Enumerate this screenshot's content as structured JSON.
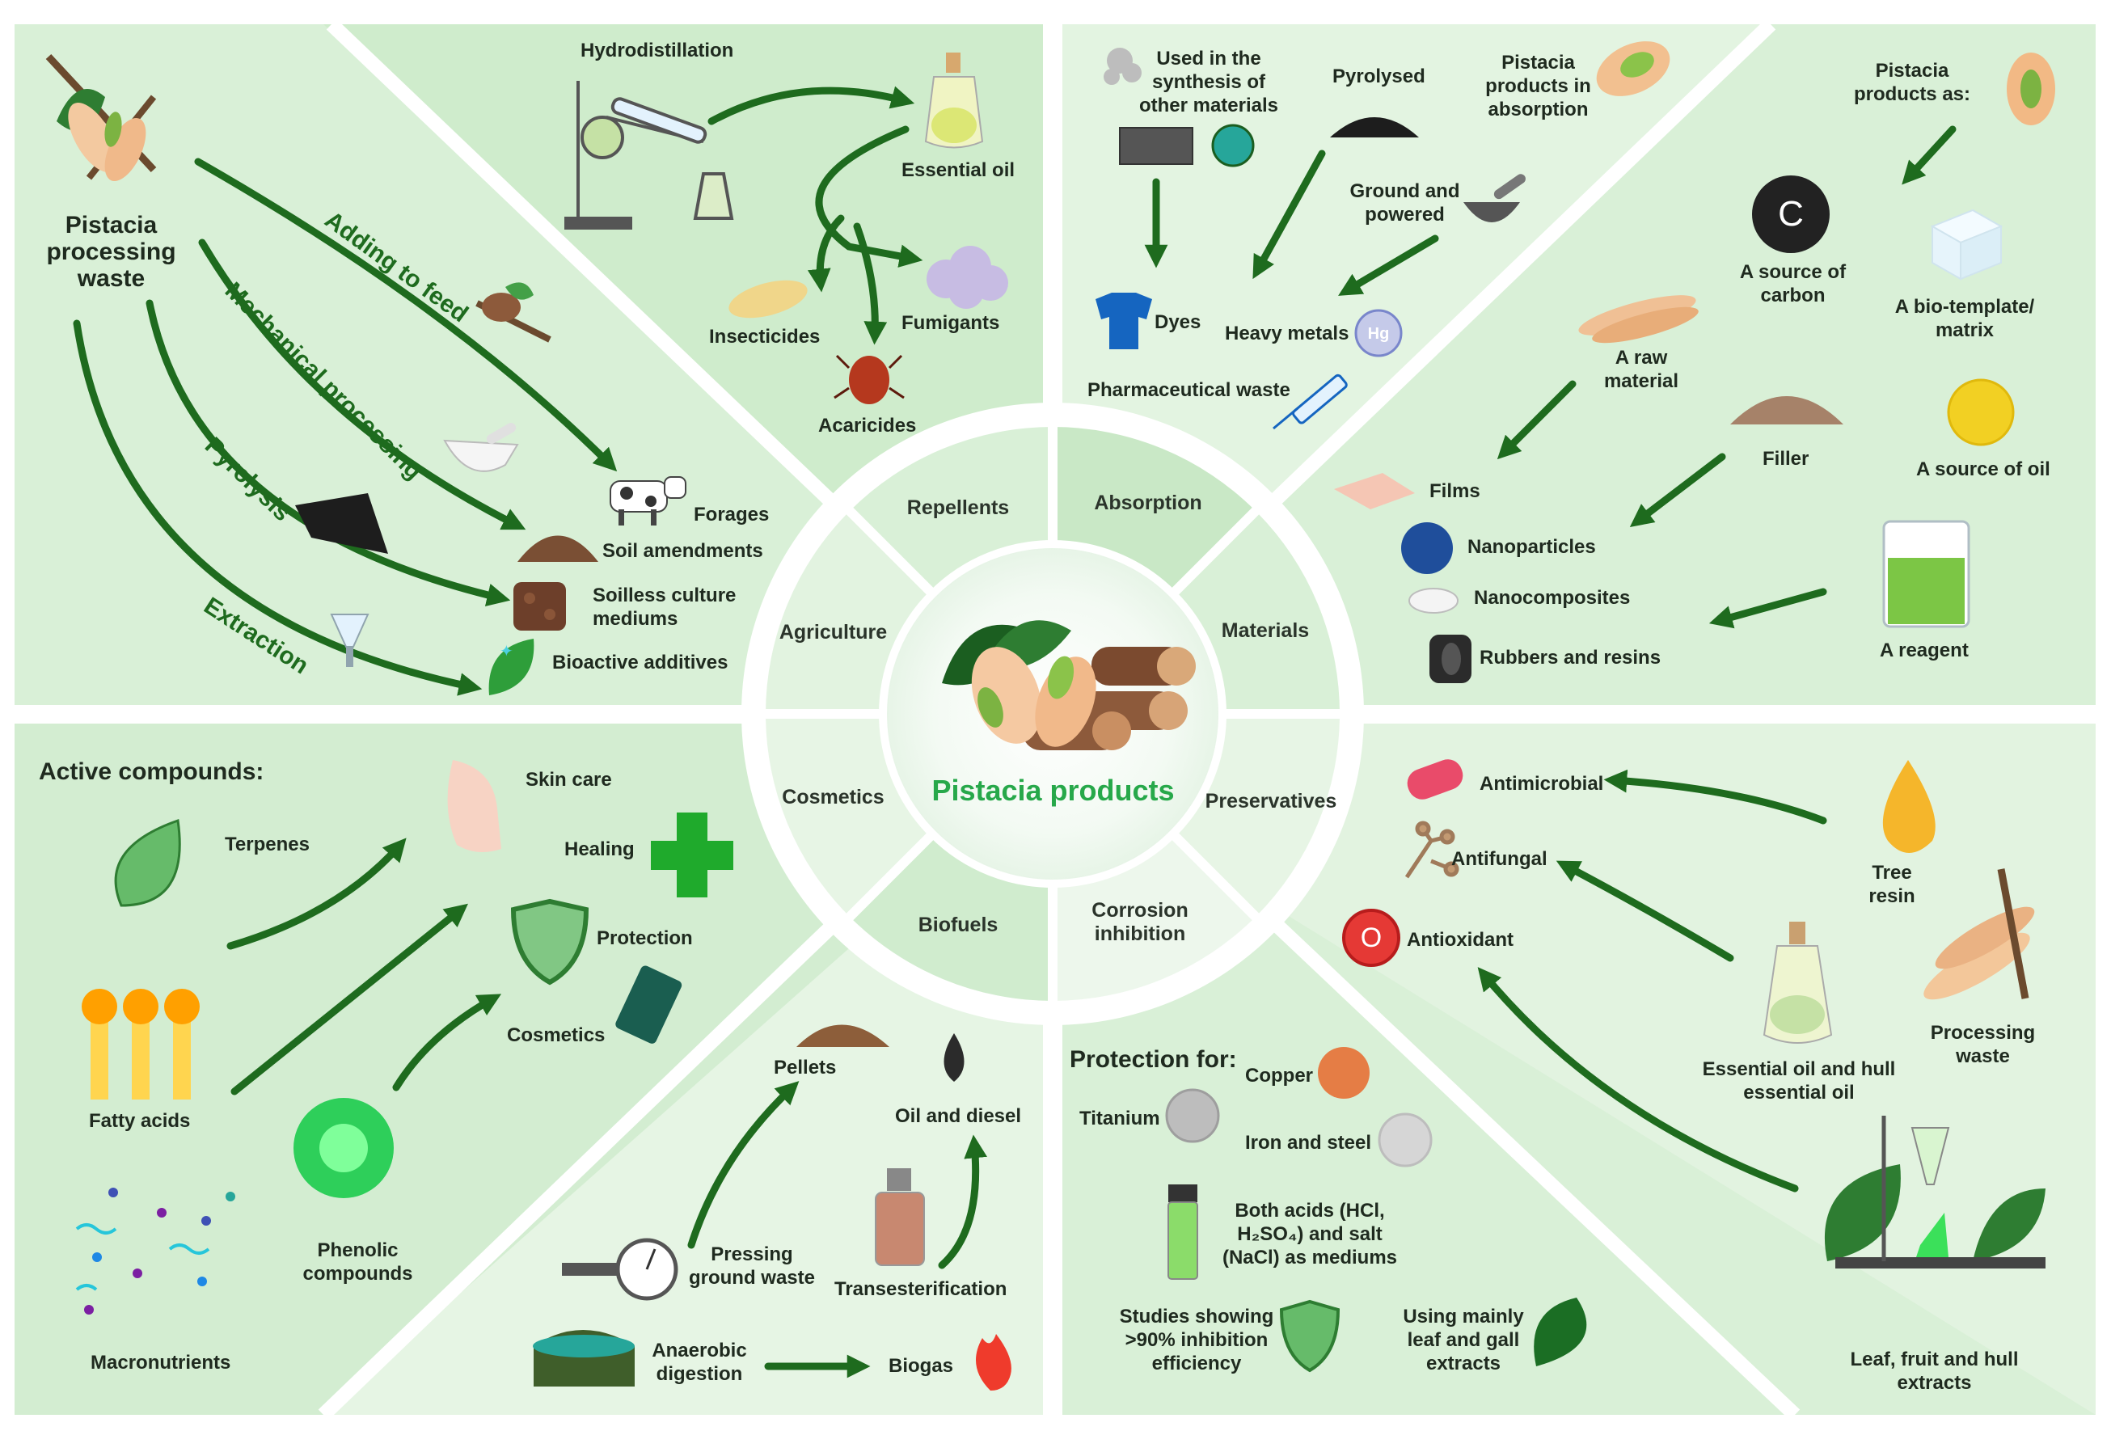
{
  "center": {
    "title": "Pistacia products"
  },
  "wheel": {
    "repellents": "Repellents",
    "agriculture": "Agriculture",
    "cosmetics": "Cosmetics",
    "biofuels": "Biofuels",
    "absorption": "Absorption",
    "materials": "Materials",
    "preservatives": "Preservatives",
    "corrosion": "Corrosion\ninhibition"
  },
  "agriculture": {
    "source": "Pistacia\nprocessing\nwaste",
    "routes": [
      "Adding to feed",
      "Mechanical processing",
      "Pyrolysis",
      "Extraction"
    ],
    "outputs": [
      "Forages",
      "Soil amendments",
      "Soilless culture\nmediums",
      "Bioactive additives"
    ]
  },
  "repellents": {
    "method": "Hydrodistillation",
    "essential_oil": "Essential oil",
    "insecticides": "Insecticides",
    "fumigants": "Fumigants",
    "acaricides": "Acaricides"
  },
  "absorption": {
    "synthesis": "Used in the\nsynthesis of\nother materials",
    "pyrolysed": "Pyrolysed",
    "absorption_products": "Pistacia\nproducts in\nabsorption",
    "ground": "Ground and\npowered",
    "dyes": "Dyes",
    "heavy_metals": "Heavy metals",
    "hg": "Hg",
    "pharma": "Pharmaceutical waste"
  },
  "materials": {
    "products_as": "Pistacia\nproducts as:",
    "carbon_letter": "C",
    "carbon": "A source of\ncarbon",
    "biotemplate": "A bio-template/\nmatrix",
    "raw": "A raw\nmaterial",
    "filler": "Filler",
    "oil": "A source of oil",
    "reagent": "A reagent",
    "films": "Films",
    "nanoparticles": "Nanoparticles",
    "nanocomposites": "Nanocomposites",
    "rubbers": "Rubbers and resins"
  },
  "cosmetics": {
    "heading": "Active compounds:",
    "terpenes": "Terpenes",
    "fatty_acids": "Fatty acids",
    "phenolic": "Phenolic\ncompounds",
    "macronutrients": "Macronutrients",
    "skin_care": "Skin care",
    "healing": "Healing",
    "protection": "Protection",
    "cosmetics": "Cosmetics"
  },
  "biofuels": {
    "pellets": "Pellets",
    "oil_diesel": "Oil and diesel",
    "pressing": "Pressing\nground waste",
    "transesterification": "Transesterification",
    "anaerobic": "Anaerobic\ndigestion",
    "biogas": "Biogas"
  },
  "corrosion": {
    "heading": "Protection for:",
    "copper": "Copper",
    "titanium": "Titanium",
    "iron": "Iron and steel",
    "acids": "Both acids (HCl,\nH₂SO₄) and salt\n(NaCl) as mediums",
    "studies": "Studies showing\n>90% inhibition\nefficiency",
    "extracts": "Using mainly\nleaf and gall\nextracts"
  },
  "preservatives": {
    "antimicrobial": "Antimicrobial",
    "antifungal": "Antifungal",
    "antioxidant_letter": "O",
    "antioxidant": "Antioxidant",
    "tree_resin": "Tree\nresin",
    "essential": "Essential oil and hull\nessential oil",
    "processing": "Processing\nwaste",
    "leaf": "Leaf, fruit and hull\nextracts"
  }
}
